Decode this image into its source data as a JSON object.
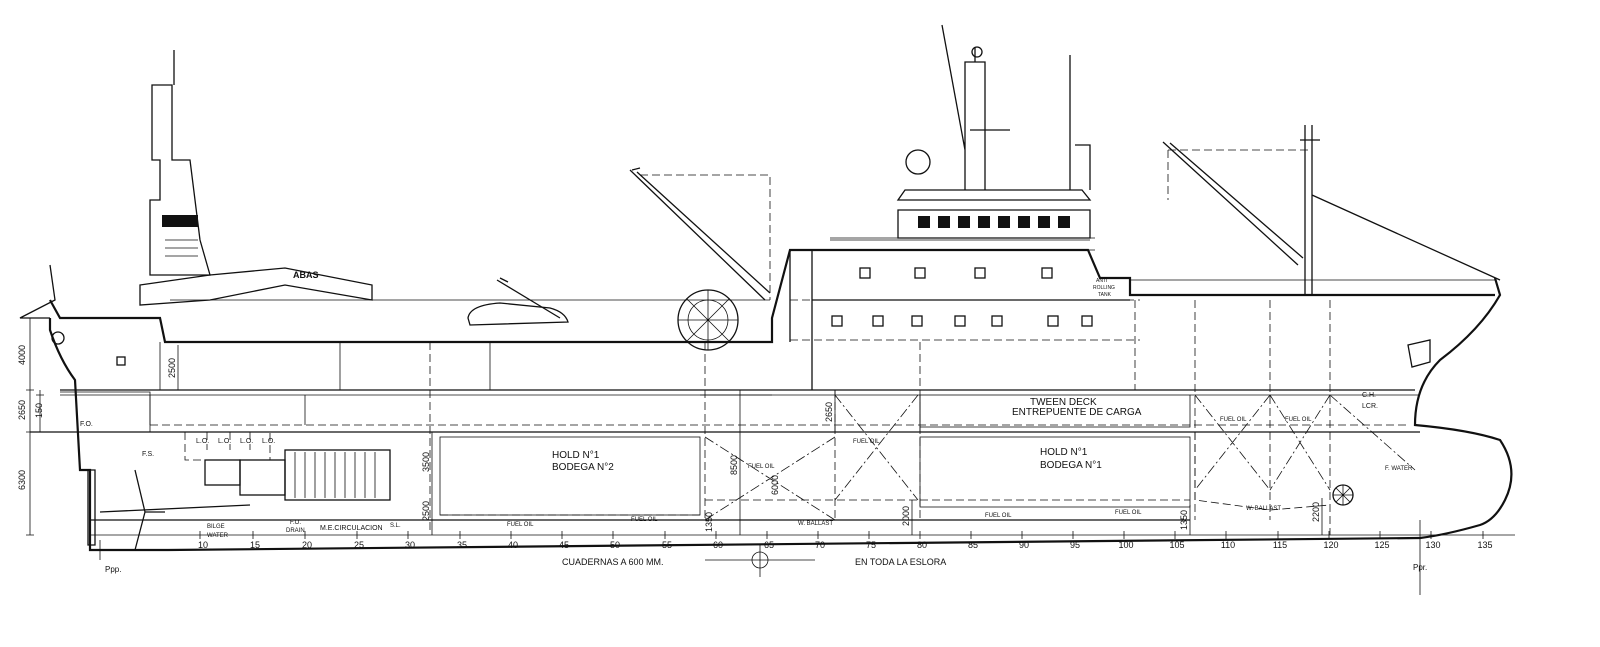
{
  "labels": {
    "tween_deck": "TWEEN DECK",
    "entrepuente": "ENTREPUENTE DE CARGA",
    "hold1": "HOLD    N°1",
    "bodega1": "BODEGA N°1",
    "hold2": "HOLD    N°1",
    "bodega2": "BODEGA N°2",
    "fuel_oil": "FUEL OIL",
    "w_ballast": "W. BALLAST",
    "f_water": "F. WATER",
    "ch_lcr_1": "C.H.",
    "ch_lcr_2": "LCR.",
    "anti_rolling_1": "ANTI",
    "anti_rolling_2": "ROLLING",
    "anti_rolling_3": "TANK",
    "bilge_1": "BILGE",
    "bilge_2": "WATER",
    "fo_drain_1": "F.O.",
    "fo_drain_2": "DRAIN",
    "me_circ": "M.E.CIRCULACION",
    "sl": "S.L.",
    "lo": "L.O.",
    "fo": "F.O.",
    "fs": "F.S.",
    "crane_brand": "ABAS",
    "cuadernas": "CUADERNAS A 600 MM.",
    "eslora": "EN TODA LA ESLORA",
    "ppp": "Ppp.",
    "ppr": "Ppr."
  },
  "dimensions": {
    "d4000": "4000",
    "d2650": "2650",
    "d150": "150",
    "d6300": "6300",
    "d2500a": "2500",
    "d3500": "3500",
    "d2500b": "2500",
    "d8500": "8500",
    "d6000": "6000",
    "d2650b": "2650",
    "d2000": "2000",
    "d1350a": "1350",
    "d1350b": "1350",
    "d2200": "2200"
  },
  "frames": [
    "10",
    "15",
    "20",
    "25",
    "30",
    "35",
    "40",
    "45",
    "50",
    "55",
    "60",
    "65",
    "70",
    "75",
    "80",
    "85",
    "90",
    "95",
    "100",
    "105",
    "110",
    "115",
    "120",
    "125",
    "130",
    "135"
  ]
}
